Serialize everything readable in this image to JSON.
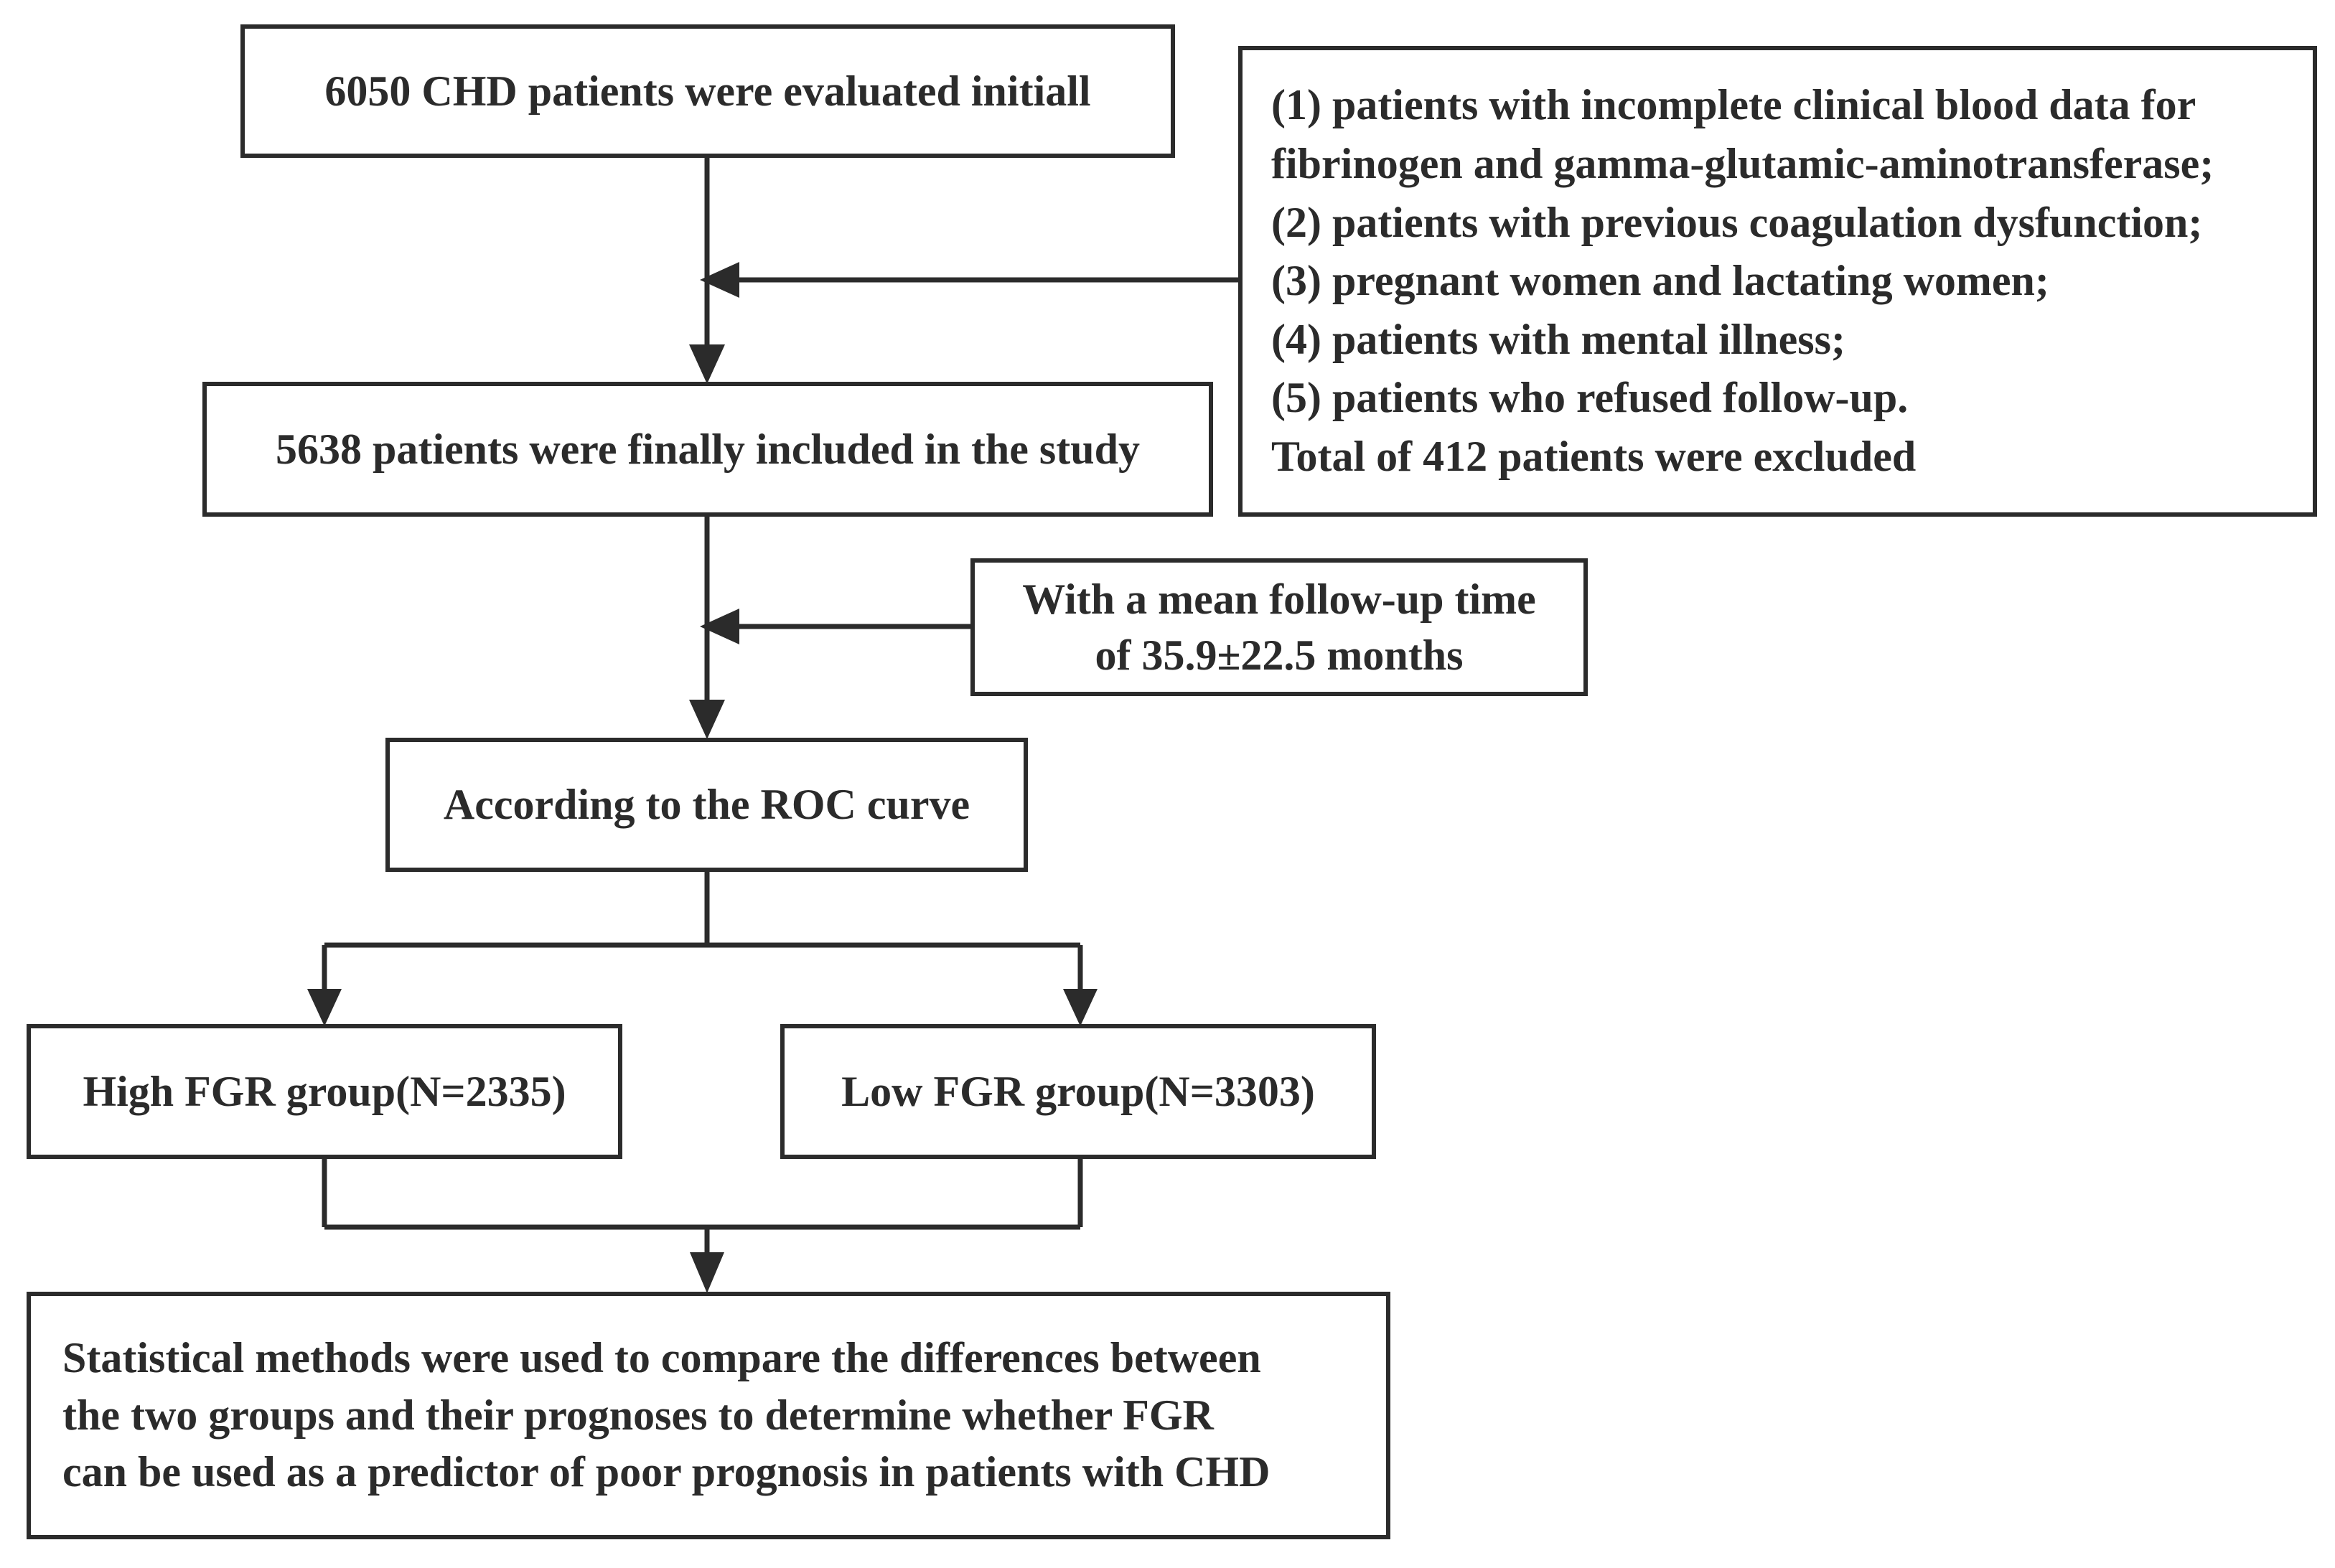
{
  "boxes": {
    "initial": "6050 CHD patients were evaluated initiall",
    "exclusion": {
      "lines": [
        "(1) patients with incomplete clinical blood data for",
        "fibrinogen and gamma-glutamic-aminotransferase;",
        "(2) patients with previous coagulation dysfunction;",
        "(3) pregnant women and lactating women;",
        "(4) patients with mental illness;",
        "(5) patients who refused follow-up.",
        "Total of 412 patients were excluded"
      ]
    },
    "included": "5638 patients were finally included in the study",
    "followup": {
      "lines": [
        "With a mean follow-up time",
        "of 35.9±22.5 months"
      ]
    },
    "roc": "According to the ROC curve",
    "high_group": "High FGR group(N=2335)",
    "low_group": "Low FGR group(N=3303)",
    "statistics": {
      "lines": [
        "Statistical methods were used to compare the differences between",
        "the two groups and their prognoses to determine whether FGR",
        "can be used as a predictor of poor prognosis in patients with CHD"
      ]
    }
  },
  "colors": {
    "stroke": "#2b2b2b",
    "background": "#ffffff"
  }
}
